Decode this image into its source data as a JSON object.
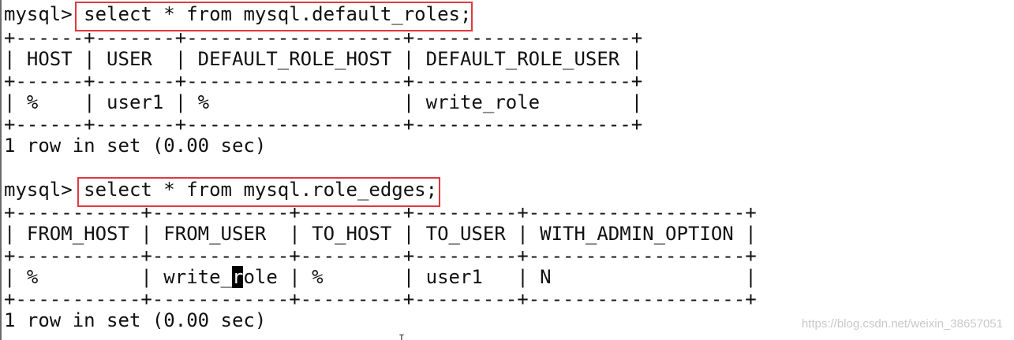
{
  "terminal": {
    "block1": {
      "prompt": "mysql> ",
      "command": "select * from mysql.default_roles;",
      "border_top": "+------+-------+-------------------+-------------------+",
      "header_row": "| HOST | USER  | DEFAULT_ROLE_HOST | DEFAULT_ROLE_USER |",
      "border_mid": "+------+-------+-------------------+-------------------+",
      "data_row": "| %    | user1 | %                 | write_role        |",
      "border_bottom": "+------+-------+-------------------+-------------------+",
      "result": "1 row in set (0.00 sec)"
    },
    "block2": {
      "prompt": "mysql> ",
      "command": "select * from mysql.role_edges;",
      "border_top": "+-----------+------------+---------+---------+-------------------+",
      "header_row": "| FROM_HOST | FROM_USER  | TO_HOST | TO_USER | WITH_ADMIN_OPTION |",
      "border_mid": "+-----------+------------+---------+---------+-------------------+",
      "data_row_before_cursor": "| %         | write_",
      "data_row_cursor_char": "r",
      "data_row_after_cursor": "ole | %       | user1   | N                 |",
      "border_bottom": "+-----------+------------+---------+---------+-------------------+",
      "result": "1 row in set (0.00 sec)"
    },
    "watermark": "https://blog.csdn.net/weixin_38657051",
    "colors": {
      "background": "#ffffff",
      "text": "#111111",
      "highlight_box": "#e0383e"
    }
  }
}
